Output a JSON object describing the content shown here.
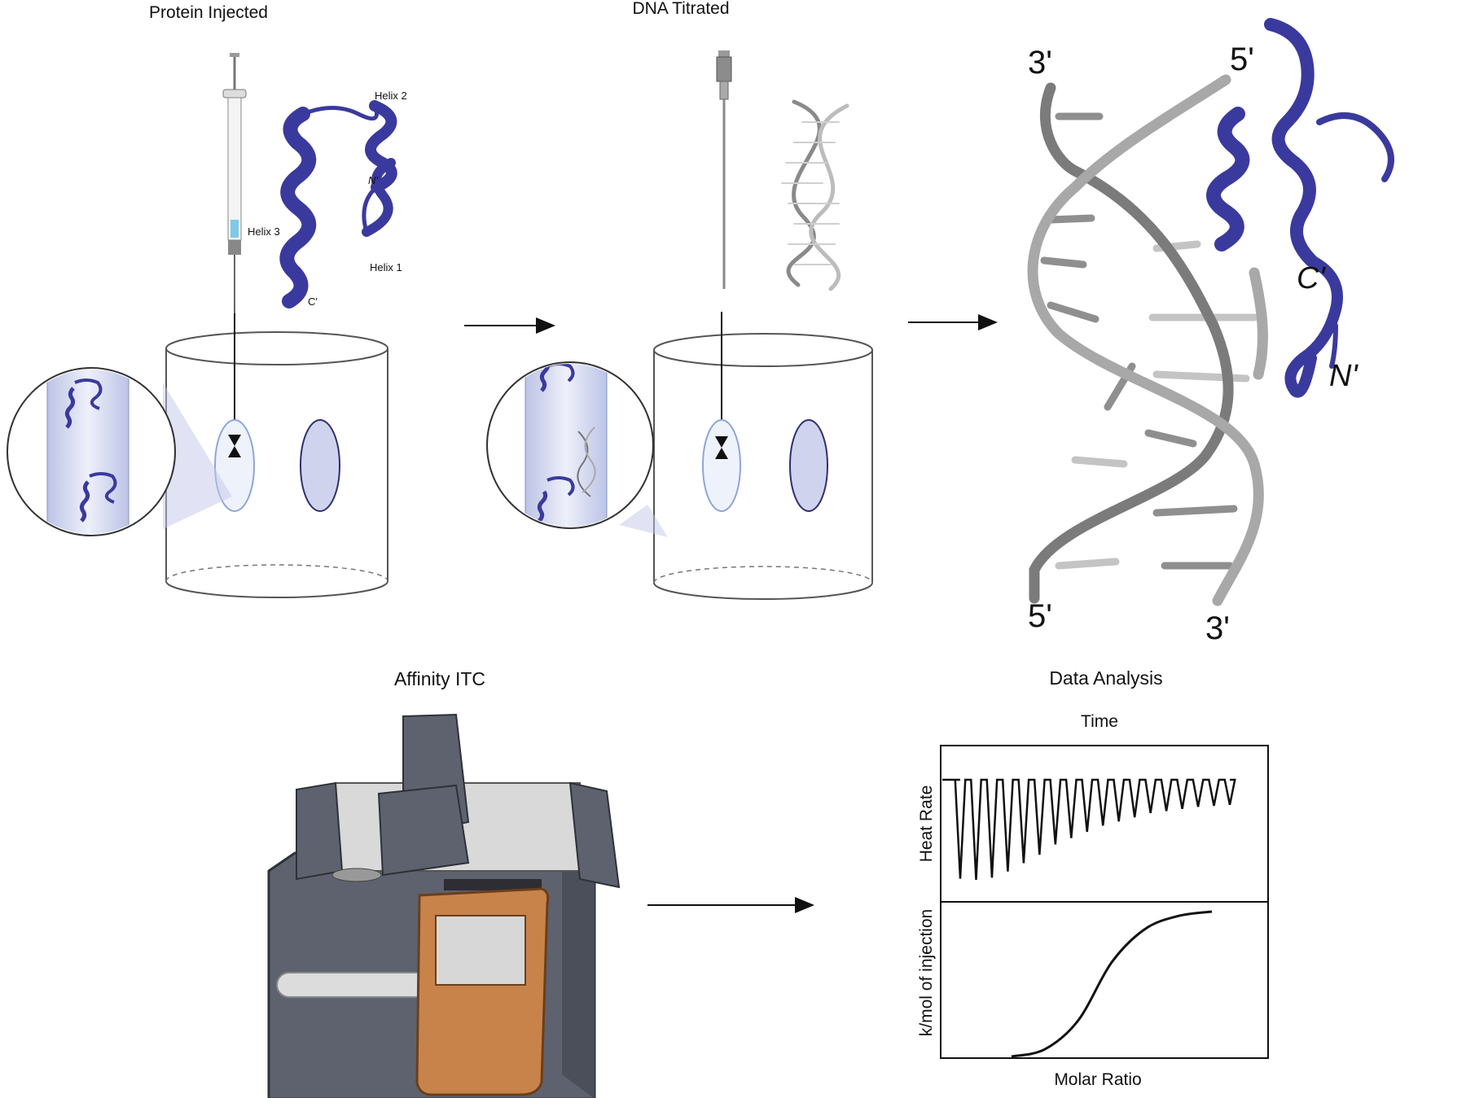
{
  "labels": {
    "protein_injected": "Protein Injected",
    "dna_titrated": "DNA Titrated",
    "affinity_itc": "Affinity ITC",
    "data_analysis": "Data Analysis"
  },
  "protein_helices": {
    "helix1": "Helix 1",
    "helix2": "Helix 2",
    "helix3": "Helix 3",
    "n_term": "N'",
    "c_term": "C'"
  },
  "complex": {
    "dna_top_left": "3'",
    "dna_top_right": "5'",
    "dna_bottom_left": "5'",
    "dna_bottom_right": "3'",
    "protein_c": "C'",
    "protein_n": "N'"
  },
  "chart_data": [
    {
      "type": "line",
      "title": "Time",
      "ylabel": "Heat Rate",
      "series": [
        {
          "values": [
            -95,
            -96,
            -94,
            -88,
            -80,
            -72,
            -62,
            -56,
            -50,
            -44,
            -40,
            -36,
            -32,
            -30,
            -28,
            -26,
            -25,
            -24
          ]
        }
      ]
    },
    {
      "type": "line",
      "xlabel": "Molar Ratio",
      "ylabel": "k/mol of injection",
      "series": [
        {
          "x": [
            0,
            0.5,
            1.0,
            1.5,
            2.0,
            2.5,
            3.0
          ],
          "values": [
            0.0,
            0.05,
            0.25,
            0.65,
            0.88,
            0.97,
            1.0
          ]
        }
      ]
    }
  ],
  "colors": {
    "protein": "#3a3a9e",
    "dna": "#9a9a9a",
    "instrument_body": "#5e626e",
    "instrument_panel": "#c8834a",
    "cell_fill": "#dde0f2"
  }
}
